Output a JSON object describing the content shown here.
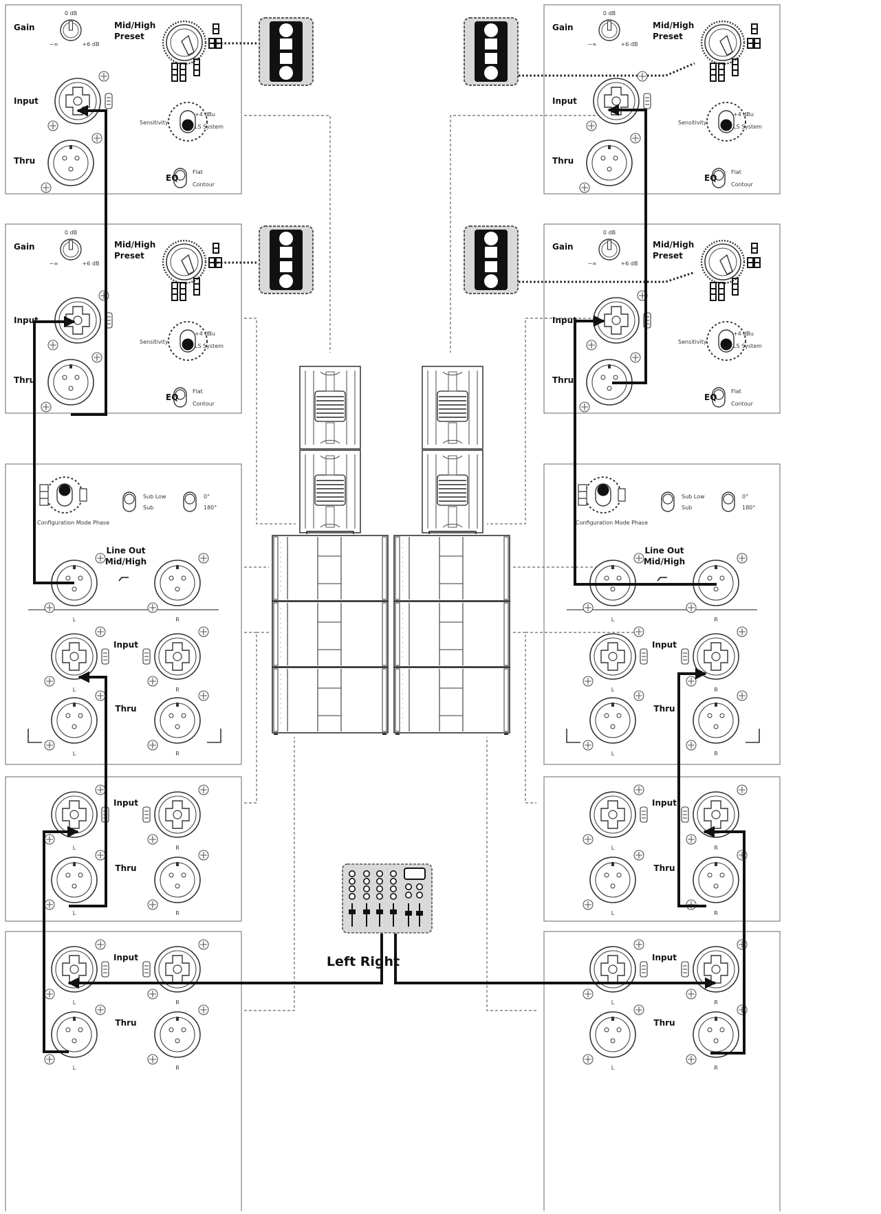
{
  "labels": {
    "gain": "Gain",
    "zero_db": "0 dB",
    "minus_inf": "−∞",
    "plus6": "+6 dB",
    "mid_high": "Mid/High",
    "preset": "Preset",
    "input": "Input",
    "thru": "Thru",
    "sensitivity": "Sensitivity",
    "plus4dbu": "+4 dBu",
    "ls_system": "LS System",
    "eq": "EQ",
    "flat": "Flat",
    "contour": "Contour",
    "config_mode_phase": "Configuration Mode Phase",
    "sub_low": "Sub Low",
    "sub": "Sub",
    "deg0": "0°",
    "deg180": "180°",
    "line_out": "Line Out",
    "line_out_sub": "Mid/High",
    "left_l": "L",
    "right_r": "R",
    "mixer_label": "Left Right"
  },
  "icons": [
    "xlr-combo-jack-icon",
    "xlr-male-jack-icon",
    "gain-knob-icon",
    "preset-rotary-icon",
    "toggle-switch-icon",
    "line-array-cabinet-icon",
    "subwoofer-cabinet-icon",
    "mixing-console-icon",
    "preset-stack-icon",
    "arrow-head-icon"
  ],
  "colors": {
    "cable": "#111111",
    "panel_border": "#8a8a8a",
    "preset_bg": "#d9d9d9",
    "dashed_leader": "#666666"
  }
}
